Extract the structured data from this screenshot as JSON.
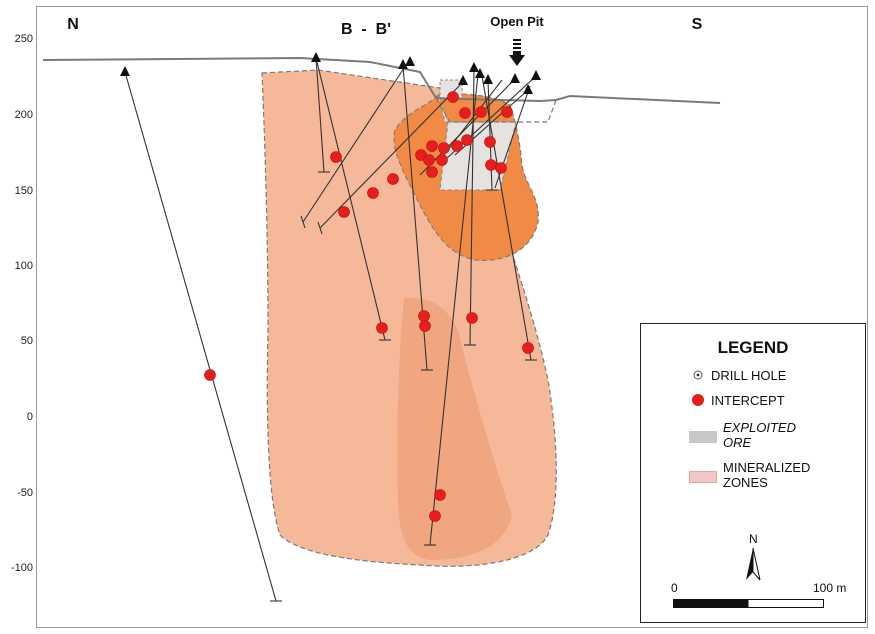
{
  "section": {
    "name": "B  -  B'",
    "north_label": "N",
    "south_label": "S",
    "pit_label": "Open Pit",
    "y_ticks": [
      "250",
      "200",
      "150",
      "100",
      "50",
      "0",
      "-50",
      "-100"
    ]
  },
  "legend": {
    "title": "LEGEND",
    "drill_hole": "DRILL HOLE",
    "intercept": "INTERCEPT",
    "exploited_ore_line1": "EXPLOITED",
    "exploited_ore_line2": "ORE",
    "mineralized_line1": "MINERALIZED",
    "mineralized_line2": "ZONES",
    "north_arrow": "N",
    "scale_start": "0",
    "scale_end": "100 m"
  },
  "colors": {
    "mineralized": "#f5b99a",
    "high_grade": "#f08a45",
    "inner_zone": "#efa079",
    "exploited": "#e6e2e0",
    "intercept": "#e81e1e",
    "drill_line": "#333333",
    "surface": "#7a7a7a"
  }
}
